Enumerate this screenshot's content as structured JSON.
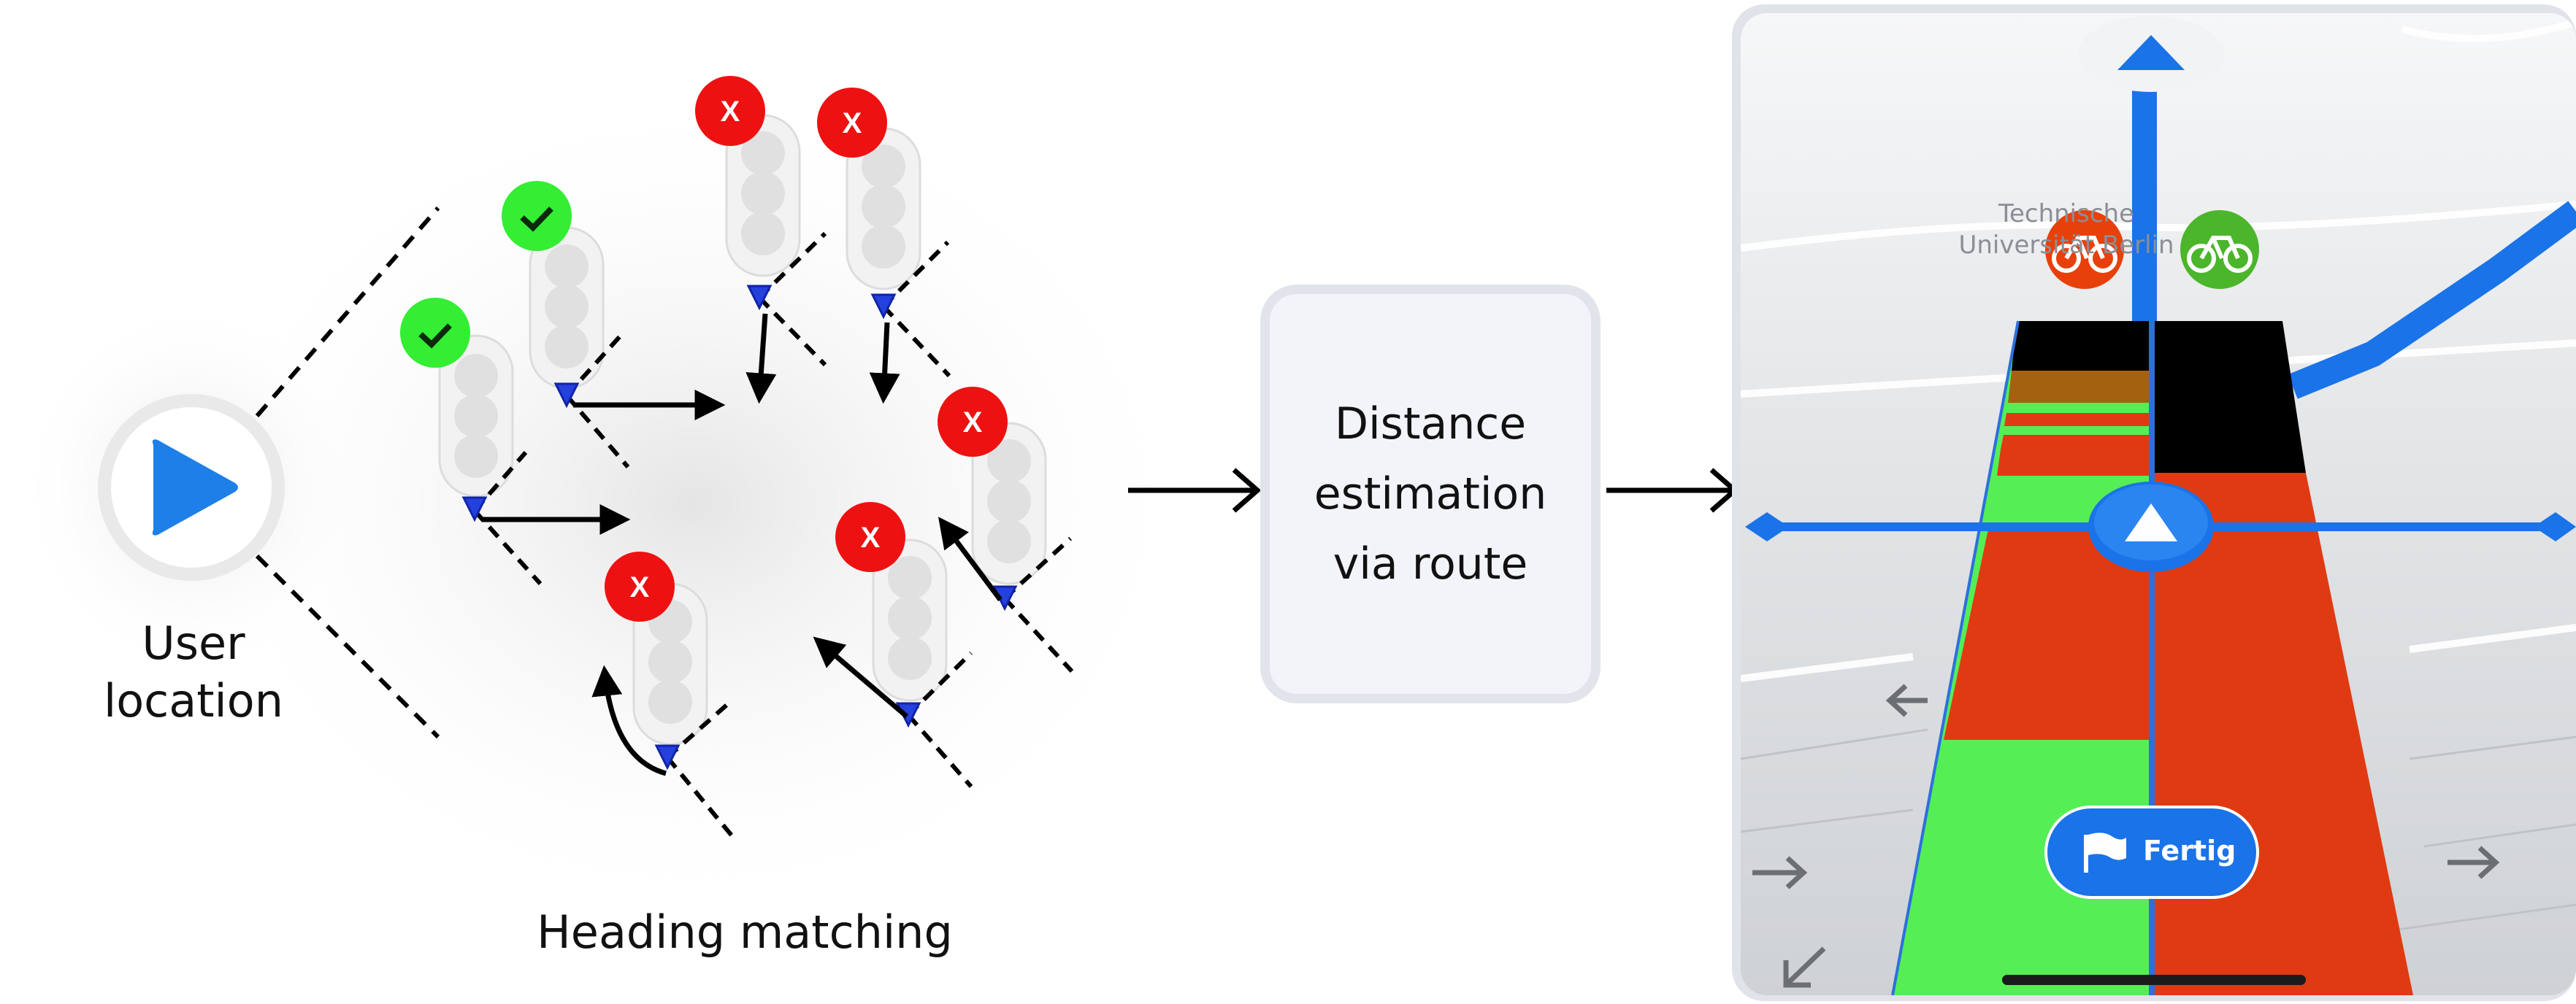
{
  "left_panel": {
    "user_location_label": [
      "User",
      "location"
    ],
    "heading_matching_label": "Heading matching"
  },
  "middle_panel": {
    "box_lines": [
      "Distance",
      "estimation",
      "via route"
    ]
  },
  "map_view": {
    "street_label": [
      "Technische",
      "Universität Berlin"
    ],
    "finish_button_label": "Fertig"
  },
  "signals": [
    {
      "name": "signal-1",
      "status": "match",
      "icon": "check-icon"
    },
    {
      "name": "signal-2",
      "status": "match",
      "icon": "check-icon"
    },
    {
      "name": "signal-3",
      "status": "mismatch",
      "icon": "x",
      "text": "X"
    },
    {
      "name": "signal-4",
      "status": "mismatch",
      "icon": "x",
      "text": "X"
    },
    {
      "name": "signal-5",
      "status": "mismatch",
      "icon": "x",
      "text": "X"
    },
    {
      "name": "signal-6",
      "status": "mismatch",
      "icon": "x",
      "text": "X"
    },
    {
      "name": "signal-7",
      "status": "mismatch",
      "icon": "x",
      "text": "X"
    }
  ],
  "colors": {
    "match": "#33dd33",
    "mismatch": "#ee1111",
    "route_blue": "#1a73e8",
    "red_phase": "#e03a12",
    "green_phase": "#55ee55",
    "amber_phase": "#a4620f"
  }
}
